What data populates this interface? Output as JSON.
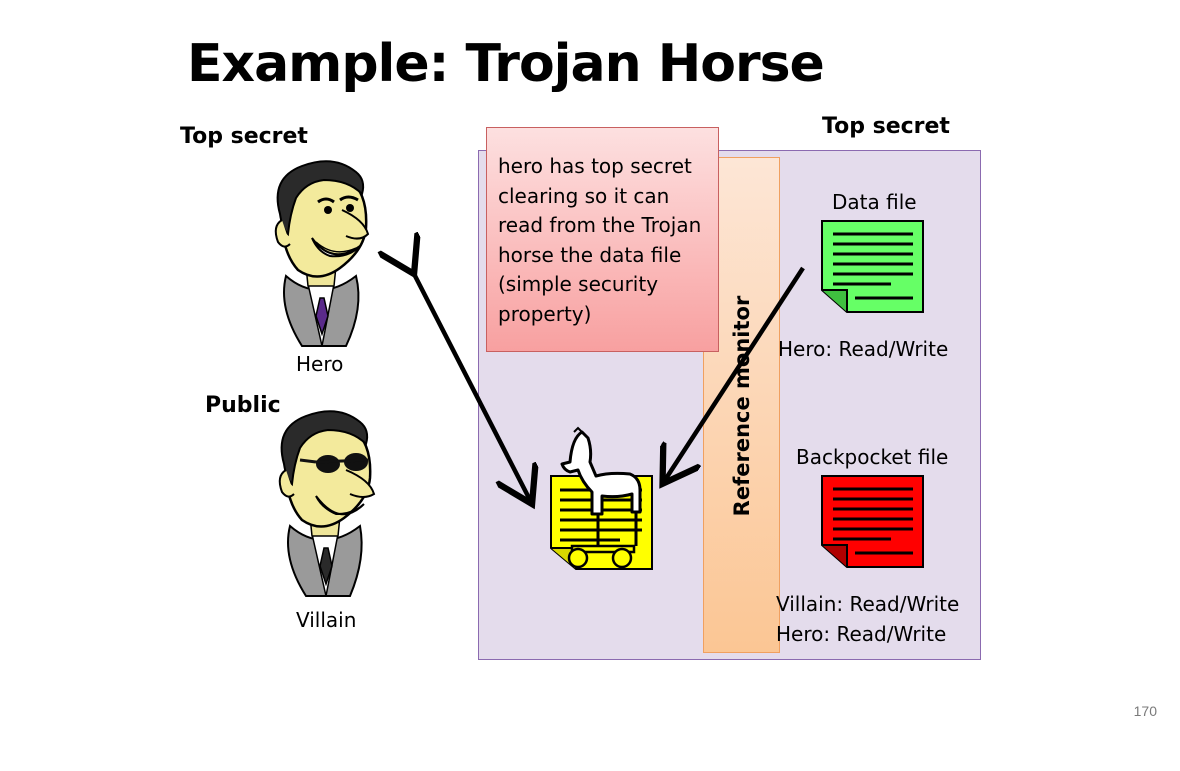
{
  "slide": {
    "title": "Example: Trojan Horse",
    "page_number": "170"
  },
  "left": {
    "top_secret_label": "Top secret",
    "hero_label": "Hero",
    "public_label": "Public",
    "villain_label": "Villain"
  },
  "zone": {
    "top_secret_label": "Top secret",
    "reference_monitor_label": "Reference monitor",
    "note_lines": [
      "hero has top secret",
      "clearing so it can",
      "read from the Trojan",
      "horse the data file",
      "(simple security",
      "property)"
    ],
    "data_file": {
      "label": "Data file",
      "permission": "Hero:  Read/Write",
      "color": "#66ff66"
    },
    "backpocket_file": {
      "label": "Backpocket file",
      "permissions": [
        "Villain:  Read/Write",
        "Hero: Read/Write"
      ],
      "color": "#ff0000"
    },
    "trojan_doc_color": "#ffff00"
  },
  "colors": {
    "zone_fill": "#e4dcec",
    "zone_border": "#8b6ab0",
    "note_fill": "#f8a0a0"
  }
}
